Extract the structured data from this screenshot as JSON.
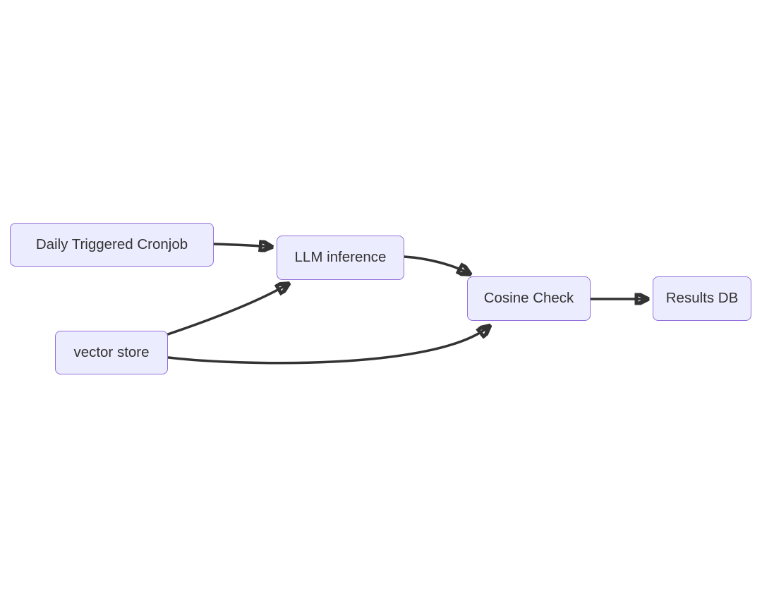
{
  "diagram": {
    "type": "flowchart",
    "direction": "left-to-right",
    "nodes": [
      {
        "id": "cronjob",
        "label": "Daily Triggered Cronjob"
      },
      {
        "id": "llm",
        "label": "LLM inference"
      },
      {
        "id": "vector",
        "label": "vector store"
      },
      {
        "id": "cosine",
        "label": "Cosine Check"
      },
      {
        "id": "results",
        "label": "Results DB"
      }
    ],
    "edges": [
      {
        "from": "Daily Triggered Cronjob",
        "to": "LLM inference"
      },
      {
        "from": "vector store",
        "to": "LLM inference"
      },
      {
        "from": "LLM inference",
        "to": "Cosine Check"
      },
      {
        "from": "vector store",
        "to": "Cosine Check"
      },
      {
        "from": "Cosine Check",
        "to": "Results DB"
      }
    ],
    "colors": {
      "node_fill": "#ECECFF",
      "node_border": "#9370DB",
      "edge": "#333333",
      "text": "#333333",
      "background": "#FFFFFF"
    }
  }
}
